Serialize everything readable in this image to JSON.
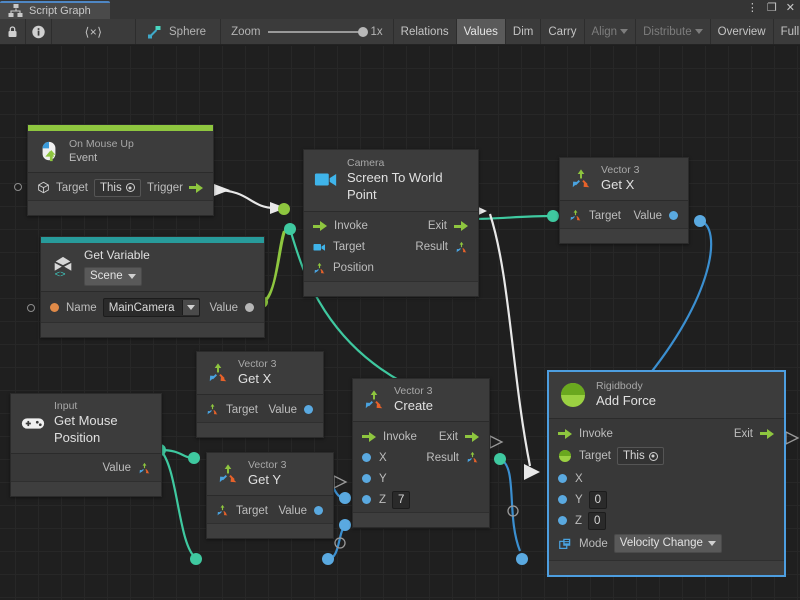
{
  "window": {
    "tab_label": "Script Graph",
    "tab_icon": "script-graph-icon",
    "buttons": {
      "menu": "⋮",
      "maximize": "❐",
      "close": "✕"
    }
  },
  "toolbar": {
    "lock_icon": "lock-icon",
    "info_icon": "info-icon",
    "code_icon": "code-brackets-icon",
    "graph_icon": "graph-node-icon",
    "graph_name": "Sphere",
    "zoom_label": "Zoom",
    "zoom_value": "1x",
    "relations_label": "Relations",
    "values_label": "Values",
    "dim_label": "Dim",
    "carry_label": "Carry",
    "align_label": "Align",
    "distribute_label": "Distribute",
    "overview_label": "Overview",
    "fullscreen_label": "Full Screen"
  },
  "colors": {
    "event_accent": "#8ec63f",
    "variable_accent": "#279b9b",
    "selection": "#4d9ee0",
    "flow_green": "#8ec63f",
    "value_blue": "#5aa9e0",
    "value_teal": "#3fc9a0",
    "canvas_bg": "#1f1f1f",
    "node_bg": "#383838"
  },
  "nodes": {
    "on_mouse_up": {
      "icon": "mouse-up-icon",
      "subtitle": "On Mouse Up",
      "title": "Event",
      "ports": {
        "target_label": "Target",
        "target_value": "This",
        "trigger_label": "Trigger"
      }
    },
    "get_variable": {
      "icon": "unity-variable-icon",
      "title": "Get Variable",
      "scope": "Scene",
      "ports": {
        "name_label": "Name",
        "name_value": "MainCamera",
        "value_label": "Value"
      }
    },
    "screen_to_world": {
      "icon": "camera-icon",
      "subtitle": "Camera",
      "title": "Screen To World Point",
      "ports": {
        "invoke_label": "Invoke",
        "exit_label": "Exit",
        "target_label": "Target",
        "result_label": "Result",
        "position_label": "Position"
      }
    },
    "vector3_getx_top": {
      "icon": "vector3-icon",
      "subtitle": "Vector 3",
      "title": "Get X",
      "ports": {
        "target_label": "Target",
        "value_label": "Value"
      }
    },
    "vector3_getx_mid": {
      "icon": "vector3-icon",
      "subtitle": "Vector 3",
      "title": "Get X",
      "ports": {
        "target_label": "Target",
        "value_label": "Value"
      }
    },
    "vector3_gety": {
      "icon": "vector3-icon",
      "subtitle": "Vector 3",
      "title": "Get Y",
      "ports": {
        "target_label": "Target",
        "value_label": "Value"
      }
    },
    "input_mouse_position": {
      "icon": "gamepad-icon",
      "subtitle": "Input",
      "title": "Get Mouse Position",
      "ports": {
        "value_label": "Value"
      }
    },
    "vector3_create": {
      "icon": "vector3-icon",
      "subtitle": "Vector 3",
      "title": "Create",
      "ports": {
        "invoke_label": "Invoke",
        "exit_label": "Exit",
        "x_label": "X",
        "result_label": "Result",
        "y_label": "Y",
        "z_label": "Z",
        "z_value": "7"
      }
    },
    "add_force": {
      "icon": "rigidbody-icon",
      "subtitle": "Rigidbody",
      "title": "Add Force",
      "selected": true,
      "ports": {
        "invoke_label": "Invoke",
        "exit_label": "Exit",
        "target_label": "Target",
        "target_value": "This",
        "x_label": "X",
        "y_label": "Y",
        "y_value": "0",
        "z_label": "Z",
        "z_value": "0",
        "mode_label": "Mode",
        "mode_value": "Velocity Change"
      }
    }
  }
}
